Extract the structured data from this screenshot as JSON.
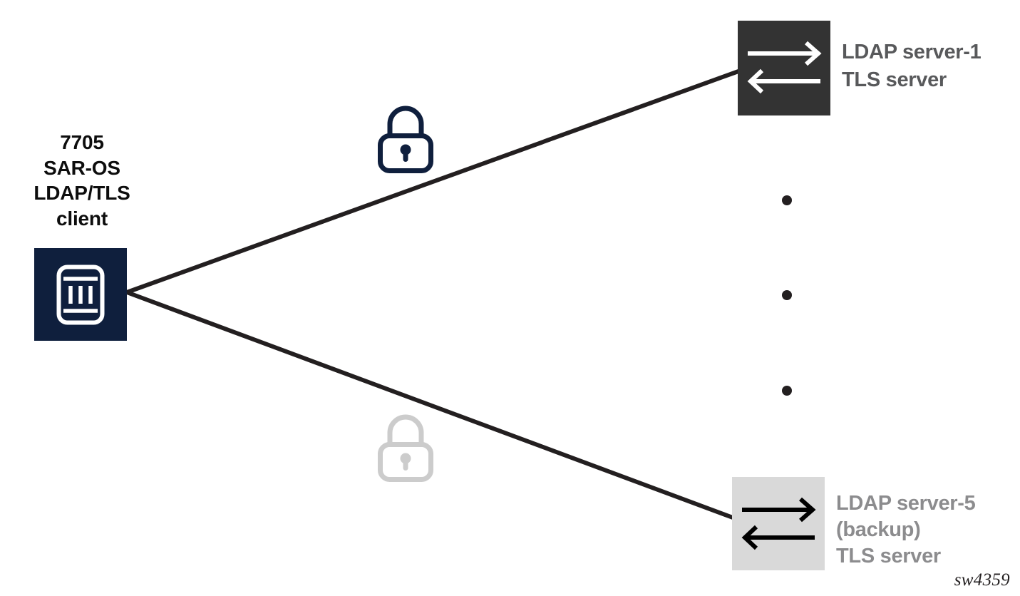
{
  "figure": {
    "caption": "sw4359",
    "background_color": "#ffffff"
  },
  "client": {
    "label_lines": [
      "7705",
      "SAR-OS",
      "LDAP/TLS",
      "client"
    ],
    "label_text": "7705 SAR-OS LDAP/TLS client",
    "icon": "router-device-icon",
    "box_color": "#0f1f3d",
    "icon_color": "#ffffff",
    "label_color": "#0d0d0d"
  },
  "servers": [
    {
      "id": "ldap-server-1",
      "label_lines": [
        "LDAP server-1",
        "TLS server"
      ],
      "label_text": "LDAP server-1 TLS server",
      "icon": "bidirectional-arrows-icon",
      "box_color": "#333333",
      "icon_color": "#ffffff",
      "label_color": "#58595b",
      "state": "active"
    },
    {
      "id": "ldap-server-5",
      "label_lines": [
        "LDAP server-5",
        "(backup)",
        "TLS server"
      ],
      "label_text": "LDAP server-5 (backup) TLS server",
      "icon": "bidirectional-arrows-icon",
      "box_color": "#d9d9d9",
      "icon_color": "#000000",
      "label_color": "#8c8c8e",
      "state": "backup"
    }
  ],
  "locks": [
    {
      "id": "lock-secure",
      "icon": "lock-icon",
      "color": "#0f1f3d",
      "state": "active",
      "describes": "TLS-secured session to LDAP server-1"
    },
    {
      "id": "lock-standby",
      "icon": "lock-icon",
      "color": "#cccccc",
      "state": "inactive",
      "describes": "TLS session to LDAP server-5 (backup)"
    }
  ],
  "connections": [
    {
      "id": "client-to-server-1",
      "from": "client",
      "to": "ldap-server-1",
      "color": "#231f20"
    },
    {
      "id": "client-to-server-5",
      "from": "client",
      "to": "ldap-server-5",
      "color": "#231f20"
    }
  ],
  "ellipsis": {
    "icon": "vertical-ellipsis-icon",
    "dot_count": 3,
    "color": "#231f20",
    "meaning": "additional LDAP servers 2 through 4"
  }
}
